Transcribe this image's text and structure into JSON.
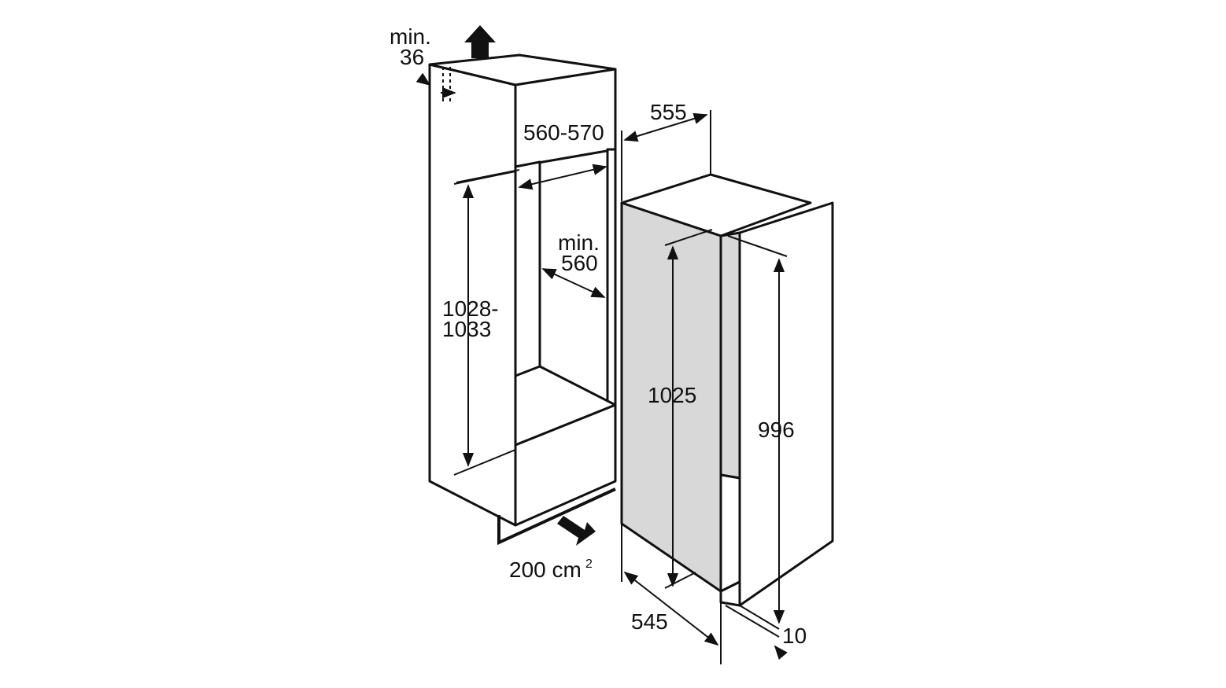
{
  "diagram": {
    "colors": {
      "line": "#111111",
      "appliance_side": "#d8d8d8",
      "background": "#ffffff"
    },
    "niche": {
      "gap_top_line1": "min.",
      "gap_top_line2": "36",
      "depth": "560-570",
      "width_line1": "min.",
      "width_line2": "560",
      "height_line1": "1028-",
      "height_line2": "1033",
      "ventilation_value": "200 cm",
      "ventilation_unit_sup": "2"
    },
    "appliance": {
      "width": "555",
      "height": "1025",
      "door_height": "996",
      "depth": "545",
      "door_gap": "10"
    }
  }
}
